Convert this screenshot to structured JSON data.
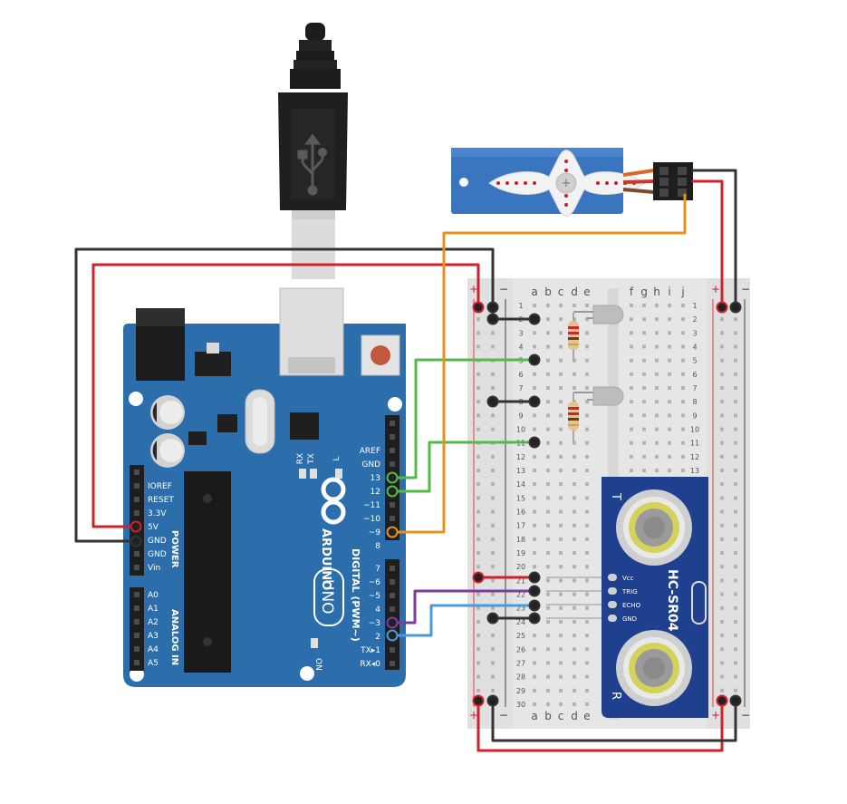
{
  "arduino": {
    "brand": "ARDUINO",
    "model": "UNO",
    "header_aref": "AREF",
    "header_gnd": "GND",
    "digital_label": "DIGITAL (PWM~)",
    "power_label": "POWER",
    "analog_label": "ANALOG IN",
    "led_on": "ON",
    "led_l": "L",
    "led_tx": "TX",
    "led_rx": "RX",
    "digital_pins_top": [
      "13",
      "12",
      "~11",
      "~10",
      "~9",
      "8"
    ],
    "digital_pins_bottom": [
      "7",
      "~6",
      "~5",
      "4",
      "~3",
      "2",
      "TX▸1",
      "RX◂0"
    ],
    "power_pins": [
      "IOREF",
      "RESET",
      "3.3V",
      "5V",
      "GND",
      "GND",
      "Vin"
    ],
    "analog_pins": [
      "A0",
      "A1",
      "A2",
      "A3",
      "A4",
      "A5"
    ]
  },
  "breadboard": {
    "cols_left": [
      "a",
      "b",
      "c",
      "d",
      "e"
    ],
    "cols_right": [
      "f",
      "g",
      "h",
      "i",
      "j"
    ],
    "rows_left": [
      "1",
      "2",
      "3",
      "4",
      "5",
      "6",
      "7",
      "8",
      "9",
      "10",
      "11",
      "12",
      "13",
      "14",
      "15",
      "16",
      "17",
      "18",
      "19",
      "20",
      "21",
      "22",
      "23",
      "24",
      "25",
      "26",
      "27",
      "28",
      "29",
      "30"
    ],
    "rows_right": [
      "1",
      "2",
      "3",
      "4",
      "5",
      "6",
      "7",
      "8",
      "9",
      "10",
      "11",
      "12",
      "13"
    ],
    "plus": "+",
    "minus": "−"
  },
  "sensor": {
    "name": "HC-SR04",
    "pins": [
      "Vcc",
      "TRIG",
      "ECHO",
      "GND"
    ],
    "transmitter": "T",
    "receiver": "R"
  },
  "colors": {
    "board_blue": "#2c6eac",
    "breadboard": "#e6e6e6",
    "wire_red": "#d0202a",
    "wire_black": "#333333",
    "wire_green": "#53b948",
    "wire_orange": "#e8901c",
    "wire_purple": "#7a3f9e",
    "wire_blue": "#4a9ad8",
    "sensor_blue": "#1f3f8f",
    "servo_blue": "#3a76c0"
  }
}
